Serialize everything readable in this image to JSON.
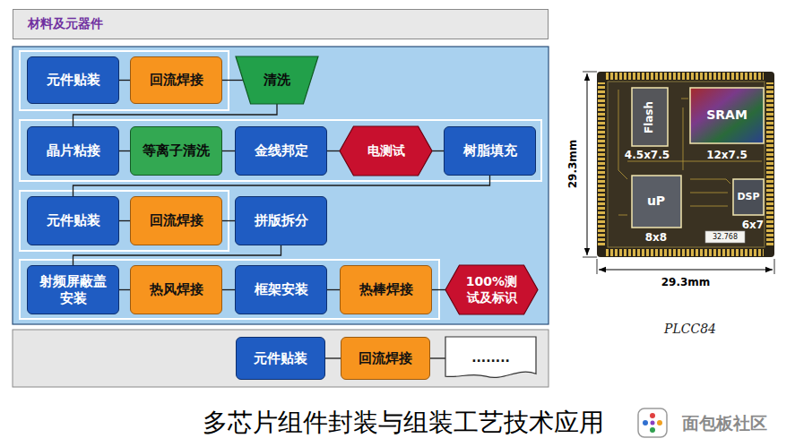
{
  "diagram": {
    "caption": "多芯片组件封装与组装工艺技术应用",
    "nodes": [
      {
        "text": [
          "材料及元器件"
        ]
      },
      {
        "text": [
          "元件贴装"
        ]
      },
      {
        "text": [
          "回流焊接"
        ]
      },
      {
        "text": [
          "清洗"
        ]
      },
      {
        "text": [
          "晶片粘接"
        ]
      },
      {
        "text": [
          "等离子清洗"
        ]
      },
      {
        "text": [
          "金线邦定"
        ]
      },
      {
        "text": [
          "电测试"
        ]
      },
      {
        "text": [
          "树脂填充"
        ]
      },
      {
        "text": [
          "元件贴装"
        ]
      },
      {
        "text": [
          "回流焊接"
        ]
      },
      {
        "text": [
          "拼版拆分"
        ]
      },
      {
        "text": [
          "射频屏蔽盖安装"
        ]
      },
      {
        "text": [
          "热风焊接"
        ]
      },
      {
        "text": [
          "框架安装"
        ]
      },
      {
        "text": [
          "热棒焊接"
        ]
      },
      {
        "text": [
          "100%测试及标识"
        ]
      },
      {
        "text": [
          "元件贴装"
        ]
      },
      {
        "text": [
          "回流焊接"
        ]
      },
      {
        "text": [
          "........"
        ]
      }
    ],
    "edges": [
      {
        "from": 1,
        "to": 2,
        "arrow": "none"
      },
      {
        "from": 2,
        "to": 3,
        "arrow": "none"
      },
      {
        "from": 3,
        "to": 4,
        "arrow": "none"
      },
      {
        "from": 4,
        "to": 5,
        "arrow": "none"
      },
      {
        "from": 5,
        "to": 6,
        "arrow": "none"
      },
      {
        "from": 6,
        "to": 7,
        "arrow": "none"
      },
      {
        "from": 7,
        "to": 8,
        "arrow": "none"
      },
      {
        "from": 8,
        "to": 9,
        "arrow": "none"
      },
      {
        "from": 9,
        "to": 10,
        "arrow": "none"
      },
      {
        "from": 10,
        "to": 11,
        "arrow": "none"
      },
      {
        "from": 11,
        "to": 12,
        "arrow": "none"
      },
      {
        "from": 12,
        "to": 13,
        "arrow": "none"
      },
      {
        "from": 13,
        "to": 14,
        "arrow": "none"
      },
      {
        "from": 14,
        "to": 15,
        "arrow": "none"
      },
      {
        "from": 15,
        "to": 16,
        "arrow": "none"
      },
      {
        "from": 17,
        "to": 18,
        "arrow": "none"
      },
      {
        "from": 18,
        "to": 19,
        "arrow": "none"
      }
    ],
    "labels": [
      "Flash",
      "4.5x7.5",
      "SRAM",
      "12x7.5",
      "uP",
      "8x8",
      "DSP",
      "6x7",
      "32.768",
      "29.3mm",
      "29.3mm",
      "PLCC84",
      "面包板社区"
    ]
  }
}
